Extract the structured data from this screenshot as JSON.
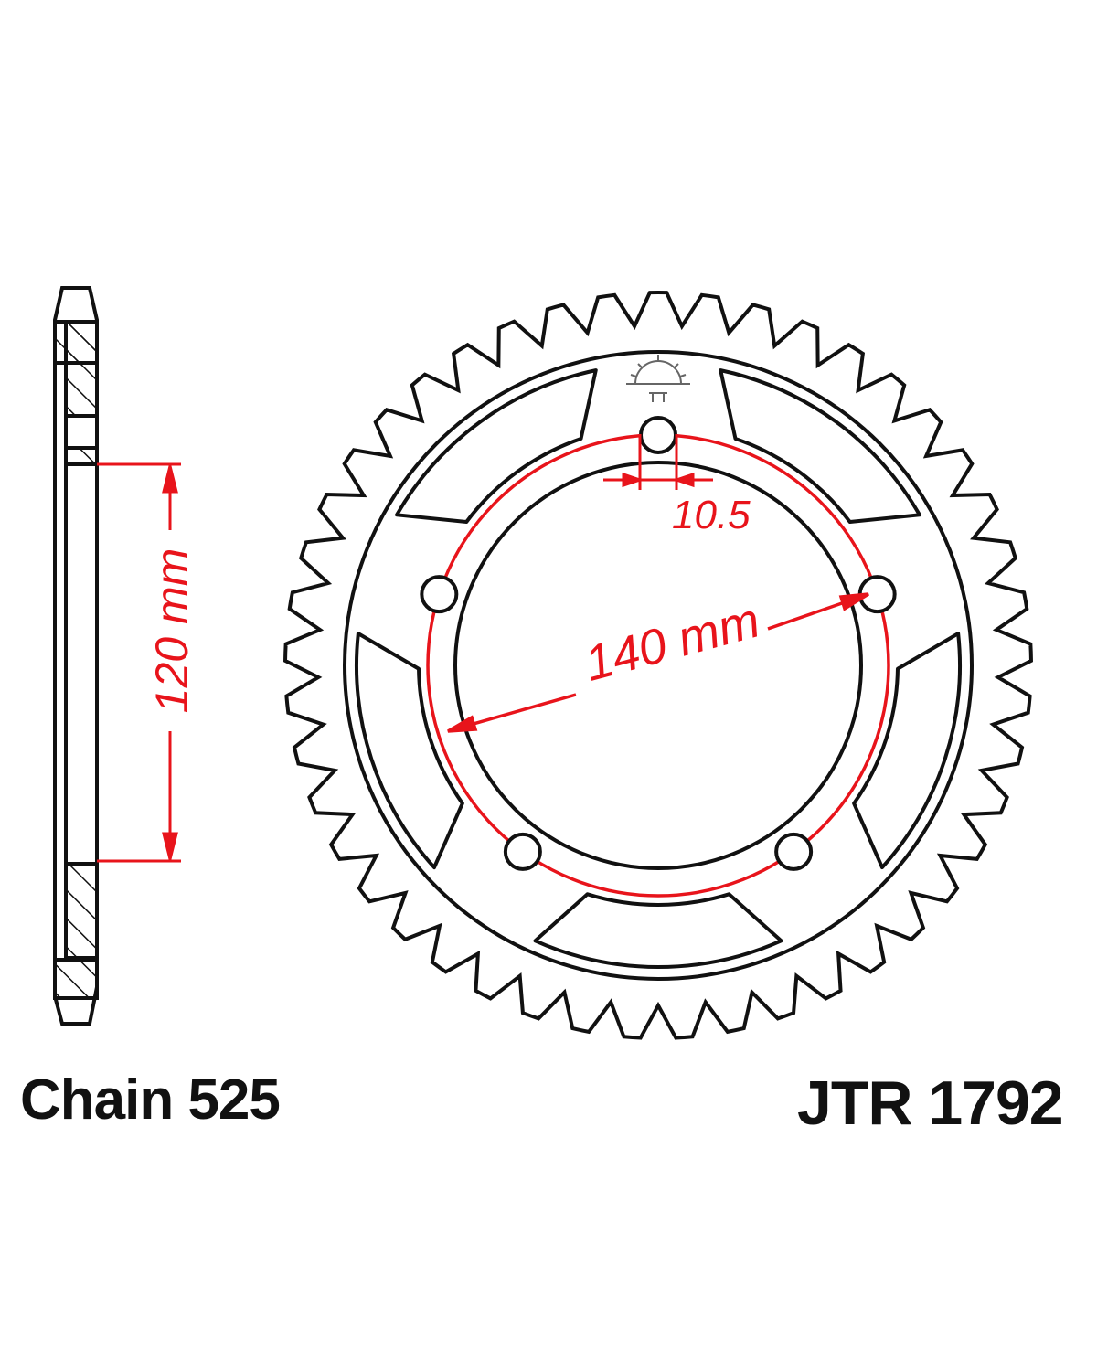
{
  "labels": {
    "chain": "Chain 525",
    "part_number": "JTR 1792"
  },
  "dimensions": {
    "inner_height": "120 mm",
    "bolt_circle": "140 mm",
    "hole_diameter": "10.5"
  },
  "colors": {
    "line": "#111111",
    "dimension": "#e8141b"
  }
}
